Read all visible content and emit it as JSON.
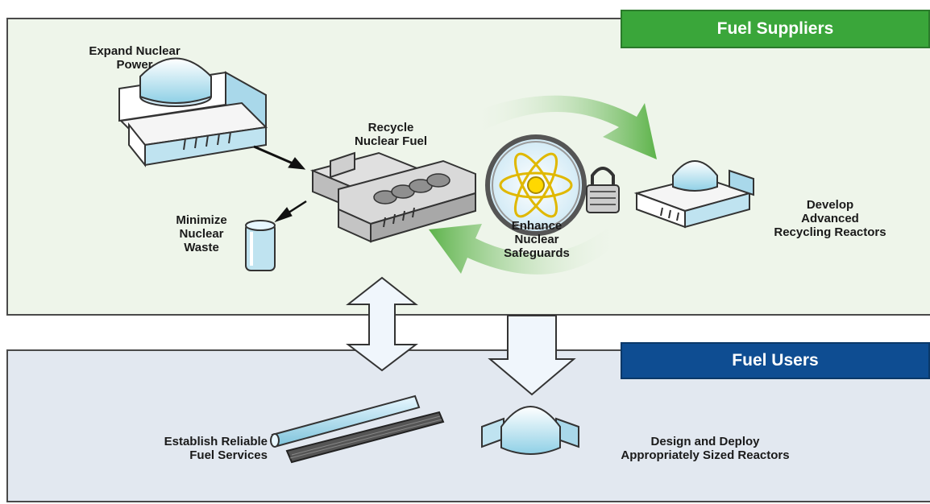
{
  "panels": {
    "suppliers_title": "Fuel Suppliers",
    "users_title": "Fuel Users"
  },
  "labels": {
    "expand_power": [
      "Expand Nuclear",
      "Power"
    ],
    "recycle_fuel": [
      "Recycle",
      "Nuclear Fuel"
    ],
    "minimize_waste": [
      "Minimize",
      "Nuclear",
      "Waste"
    ],
    "safeguards": [
      "Enhance",
      "Nuclear",
      "Safeguards"
    ],
    "advanced_reactors": [
      "Develop",
      "Advanced",
      "Recycling Reactors"
    ],
    "fuel_services": [
      "Establish Reliable",
      "Fuel Services"
    ],
    "sized_reactors": [
      "Design and Deploy",
      "Appropriately Sized Reactors"
    ]
  },
  "colors": {
    "suppliers_accent": "#3aa63a",
    "users_accent": "#0e4d92",
    "cycle_arrow": "#6cbf5a"
  },
  "icons": [
    "power-plant-icon",
    "recycling-facility-icon",
    "waste-canister-icon",
    "atom-lock-icon",
    "advanced-reactor-icon",
    "fuel-rod-icon",
    "small-reactor-icon"
  ]
}
